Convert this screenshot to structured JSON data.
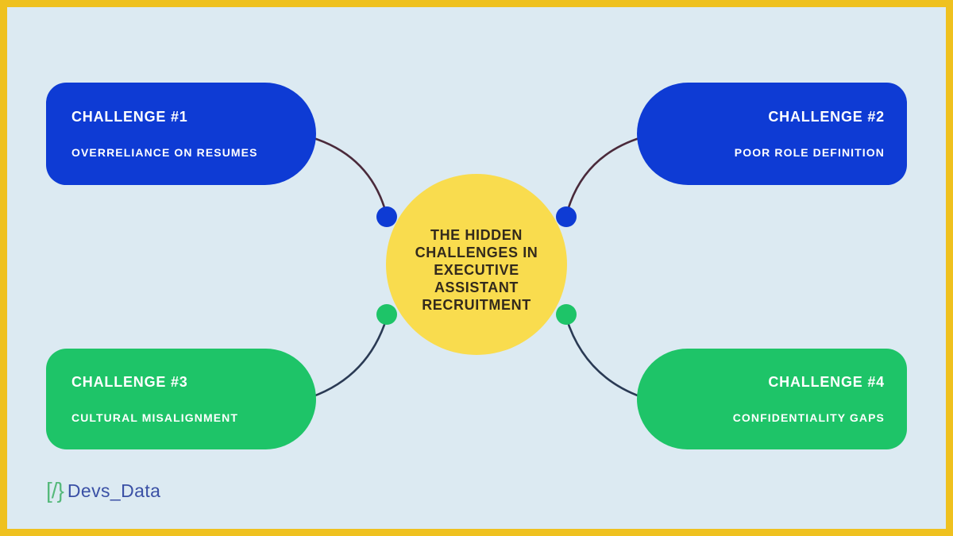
{
  "meta": {
    "title": "The Hidden Challenges in Executive Assistant Recruitment infographic"
  },
  "colors": {
    "background": "#DCEAF2",
    "frame_border": "#EFC11F",
    "card_blue": "#0E3BD4",
    "card_green": "#1EC468",
    "card_text": "#FFFFFF",
    "circle_yellow": "#F9DC4E",
    "circle_text": "#332A1C",
    "connector_top": "#4A2A3B",
    "connector_bottom": "#2A3A54",
    "dot_blue": "#0E3BD4",
    "dot_green": "#1EC468",
    "logo_brackets_green": "#56B97B",
    "logo_text_blue": "#3A50A5"
  },
  "center": {
    "title_lines": {
      "0": "THE HIDDEN",
      "1": "CHALLENGES IN",
      "2": "EXECUTIVE",
      "3": "ASSISTANT",
      "4": "RECRUITMENT"
    }
  },
  "challenges": {
    "0": {
      "label": "CHALLENGE #1",
      "text": "OVERRELIANCE ON RESUMES"
    },
    "1": {
      "label": "CHALLENGE #2",
      "text": "POOR ROLE DEFINITION"
    },
    "2": {
      "label": "CHALLENGE #3",
      "text": "CULTURAL MISALIGNMENT"
    },
    "3": {
      "label": "CHALLENGE #4",
      "text": "CONFIDENTIALITY GAPS"
    }
  },
  "logo": {
    "brackets": "[/}",
    "name": "Devs_Data"
  }
}
